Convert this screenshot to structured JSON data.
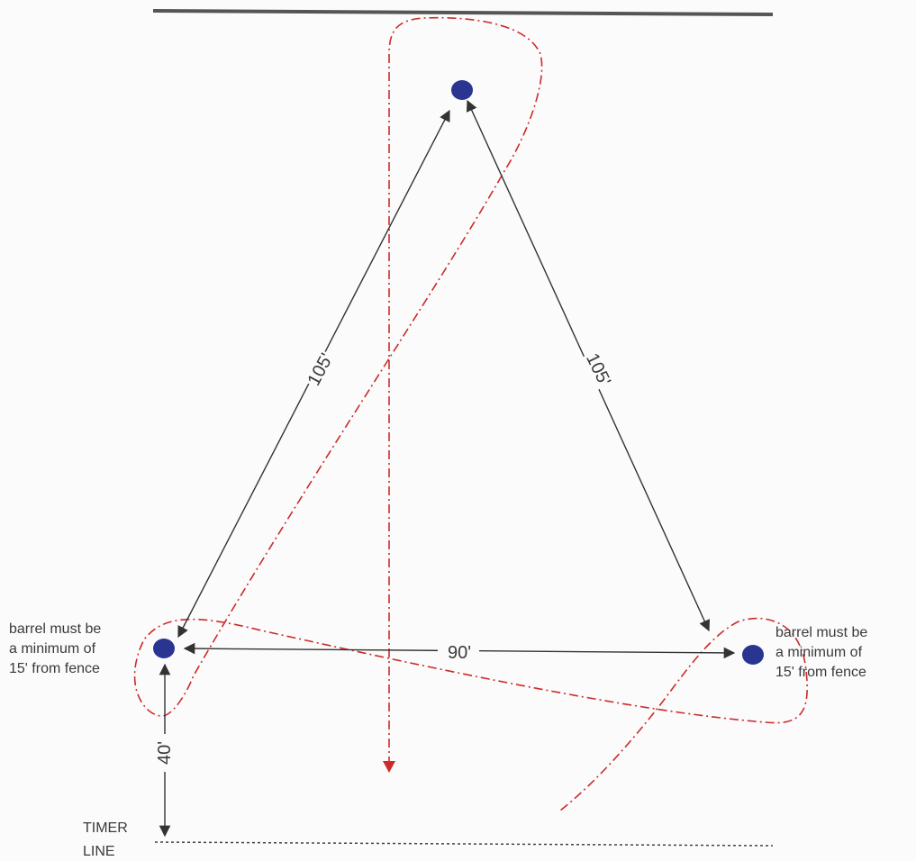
{
  "diagram": {
    "distances": {
      "left_side": "105'",
      "right_side": "105'",
      "base": "90'",
      "to_timer_line": "40'"
    },
    "notes": {
      "left": [
        "barrel must be",
        "a minimum of",
        "15' from fence"
      ],
      "right": [
        "barrel must be",
        "a minimum of",
        "15' from fence"
      ]
    },
    "timer_line": [
      "TIMER",
      "LINE"
    ],
    "colors": {
      "barrel": "#2a3591",
      "pattern_path": "#cc2b2b",
      "measure_lines": "#333333",
      "fence": "#555555"
    }
  }
}
